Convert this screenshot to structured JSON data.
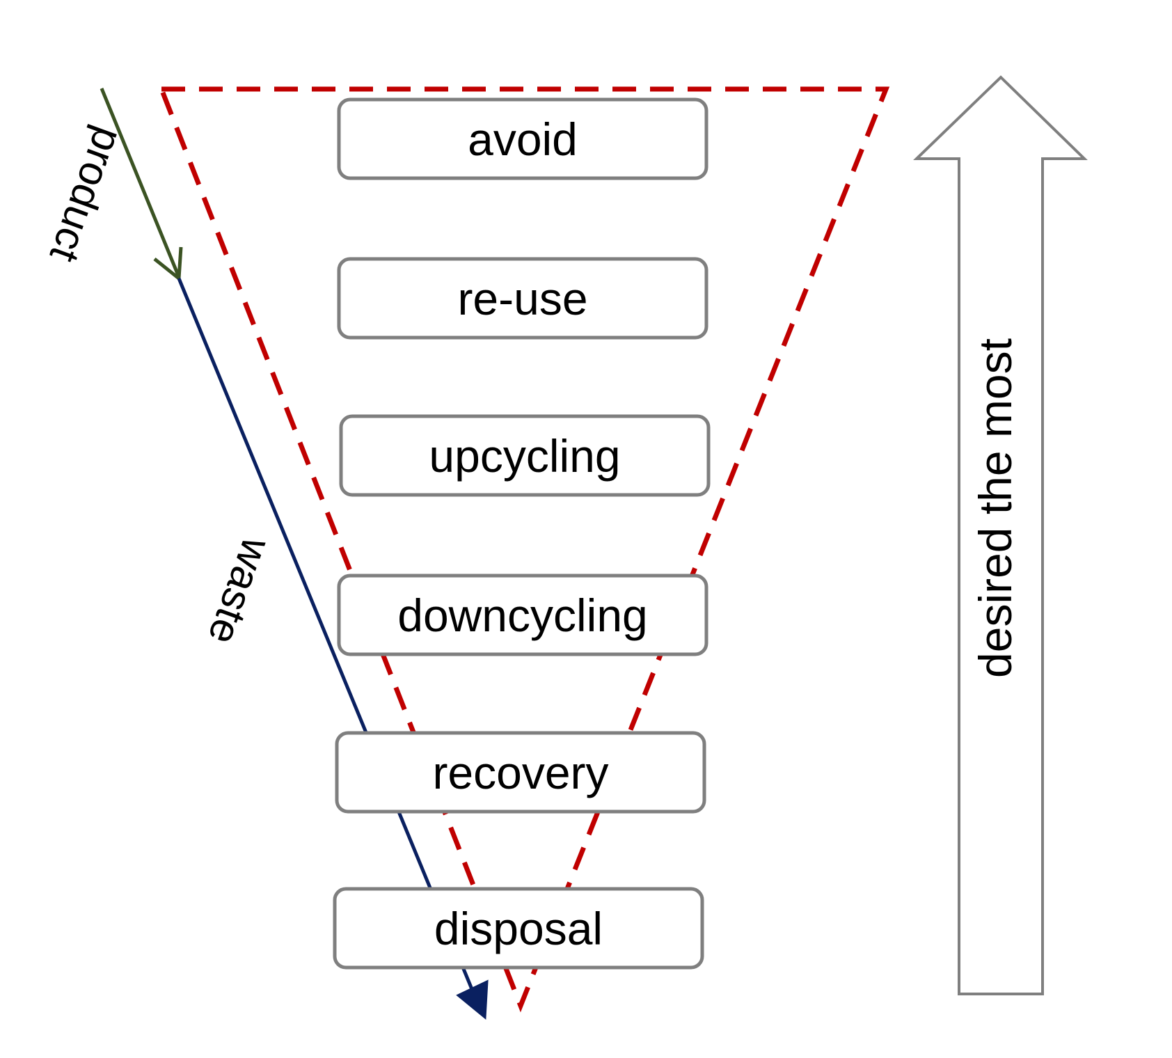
{
  "hierarchy": {
    "stages": [
      "avoid",
      "re-use",
      "upcycling",
      "downcycling",
      "recovery",
      "disposal"
    ]
  },
  "flow": {
    "product_label": "product",
    "waste_label": "waste"
  },
  "priority": {
    "label": "desired the most"
  },
  "colors": {
    "funnel_dash": "#c00000",
    "product_arrow": "#3b5323",
    "waste_arrow": "#0a2060",
    "box_border": "#7f7f7f",
    "priority_arrow_border": "#7f7f7f"
  }
}
